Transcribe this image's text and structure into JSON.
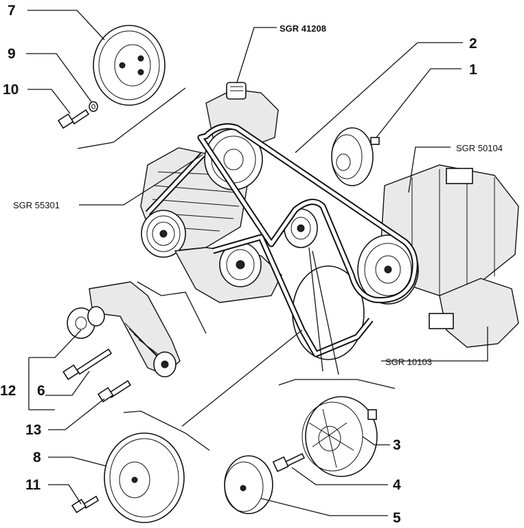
{
  "callouts": {
    "n1": "1",
    "n2": "2",
    "n3": "3",
    "n4": "4",
    "n5": "5",
    "n6": "6",
    "n7": "7",
    "n8": "8",
    "n9": "9",
    "n10": "10",
    "n11": "11",
    "n12": "12",
    "n13": "13"
  },
  "references": {
    "sgr_41208": "SGR 41208",
    "sgr_50104": "SGR 50104",
    "sgr_55301": "SGR 55301",
    "sgr_10103": "SGR 10103"
  }
}
